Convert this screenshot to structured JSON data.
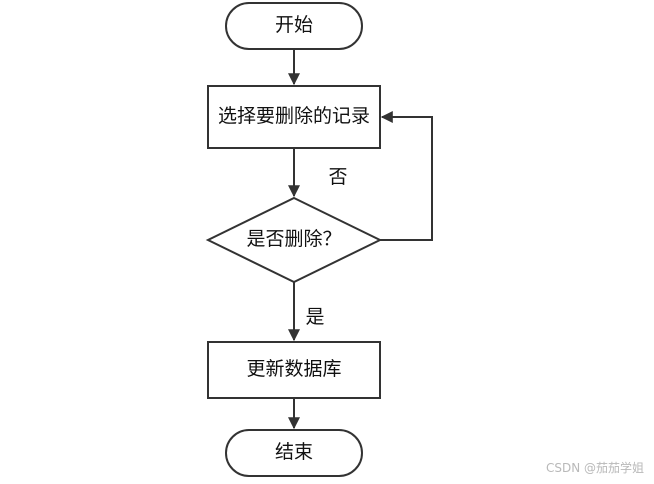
{
  "flowchart": {
    "start_label": "开始",
    "select_label": "选择要删除的记录",
    "decision_label": "是否删除？",
    "no_label": "否",
    "yes_label": "是",
    "update_label": "更新数据库",
    "end_label": "结束"
  },
  "watermark": "CSDN @茄茄学姐"
}
